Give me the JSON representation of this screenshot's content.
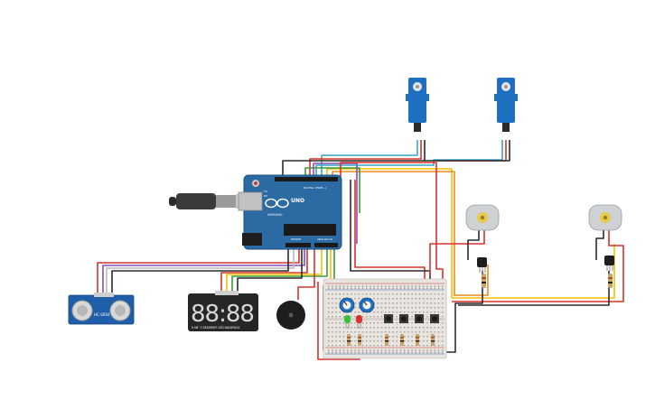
{
  "colors": {
    "board": "#2b6aa3",
    "board_edge": "#1d4f7c",
    "wire_red": "#d8322a",
    "wire_black": "#2b2b2b",
    "wire_yellow": "#f2c200",
    "wire_orange": "#ee8a1a",
    "wire_green": "#3b9a3a",
    "wire_purple": "#8a4ab8",
    "wire_cyan": "#35a7c8",
    "wire_white": "#b9b9b9",
    "servo": "#1f70c1",
    "breadboard": "#e8e4df",
    "motor": "#cfd2d4",
    "seg_display": "#262626",
    "seg_digit": "#d7d7d7"
  },
  "arduino": {
    "brand_lines": [
      "ARDUINO",
      "UNO"
    ],
    "tx_label": "TX",
    "rx_label": "RX",
    "analog_label": "ANALOG IN",
    "power_label": "POWER",
    "digital_label": "DIGITAL (PWM~)"
  },
  "ultrasonic": {
    "label": "HC-SR04"
  },
  "seven_segment": {
    "digits": [
      "8",
      "8",
      "8",
      "8"
    ],
    "caption": "0.56\" 7-SEGMENT LED BACKPACK"
  },
  "icons": {
    "usb": "usb-cable-icon",
    "buzzer": "piezo-buzzer-icon",
    "servo": "micro-servo-icon",
    "motor": "dc-motor-icon",
    "transistor": "transistor-icon",
    "potentiometer": "potentiometer-icon",
    "pushbutton": "pushbutton-icon",
    "led": "led-icon",
    "resistor": "resistor-icon"
  }
}
